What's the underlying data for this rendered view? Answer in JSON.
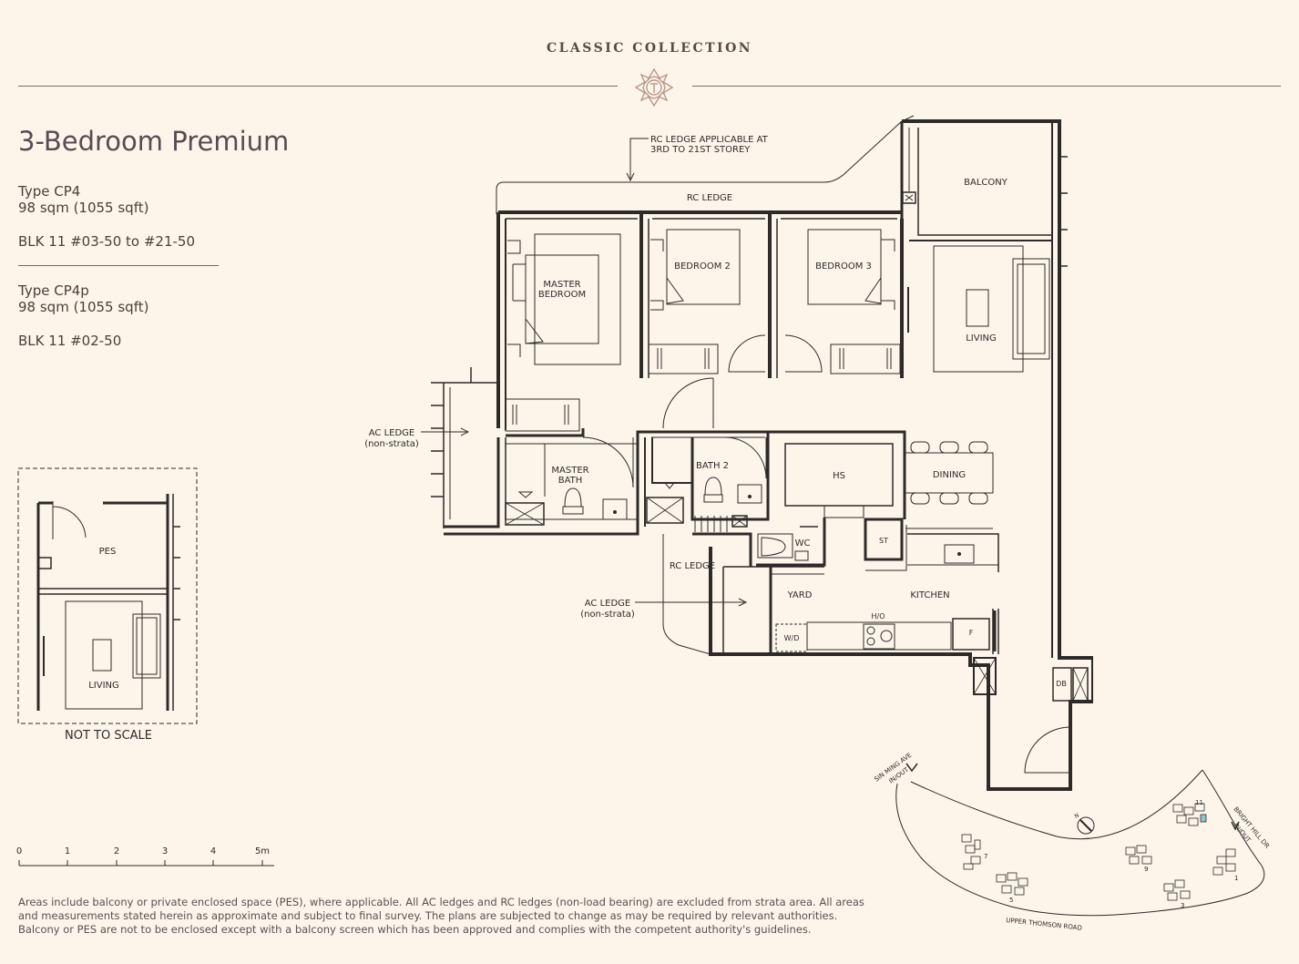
{
  "brand": "CLASSIC COLLECTION",
  "title": "3-Bedroom Premium",
  "types": [
    {
      "type": "Type CP4",
      "area": "98 sqm (1055 sqft)",
      "blocks": "BLK 11 #03-50 to #21-50"
    },
    {
      "type": "Type CP4p",
      "area": "98 sqm (1055 sqft)",
      "blocks": "BLK 11 #02-50"
    }
  ],
  "pes_plan": {
    "pes": "PES",
    "living": "LIVING",
    "scale_note": "NOT TO SCALE"
  },
  "floor_plan": {
    "rc_ledge_note_1": "RC LEDGE APPLICABLE AT",
    "rc_ledge_note_2": "3RD TO 21ST STOREY",
    "rc_ledge_top": "RC LEDGE",
    "balcony": "BALCONY",
    "master_bedroom_1": "MASTER",
    "master_bedroom_2": "BEDROOM",
    "bedroom2": "BEDROOM 2",
    "bedroom3": "BEDROOM 3",
    "living": "LIVING",
    "ac_ledge_1": "AC LEDGE",
    "ac_ledge_sub_1": "(non-strata)",
    "master_bath_1": "MASTER",
    "master_bath_2": "BATH",
    "bath2": "BATH 2",
    "hs": "HS",
    "dining": "DINING",
    "st": "ST",
    "wc": "WC",
    "rc_ledge_mid": "RC LEDGE",
    "ac_ledge_2": "AC LEDGE",
    "ac_ledge_sub_2": "(non-strata)",
    "yard": "YARD",
    "kitchen": "KITCHEN",
    "ho": "H/O",
    "wd": "W/D",
    "fridge": "F",
    "db": "DB"
  },
  "scale_bar": {
    "ticks": [
      "0",
      "1",
      "2",
      "3",
      "4",
      "5m"
    ]
  },
  "site_plan": {
    "sin_ming": "SIN MING AVE",
    "sin_ming_inout": "IN/OUT",
    "bright_hill": "BRIGHT HILL DR",
    "bright_hill_inout": "IN/OUT",
    "road": "UPPER THOMSON ROAD",
    "north": "N",
    "blocks": [
      "11",
      "7",
      "9",
      "5",
      "3",
      "1"
    ]
  },
  "notes": [
    "Areas include balcony or private enclosed space (PES), where applicable. All AC ledges and RC ledges (non-load bearing) are excluded from strata area. All areas",
    "and measurements stated herein as approximate and subject to final survey. The plans are subjected to change as may be required by relevant authorities.",
    "Balcony or PES are not to be enclosed except with a balcony screen which has been approved and complies with the competent authority's guidelines."
  ]
}
